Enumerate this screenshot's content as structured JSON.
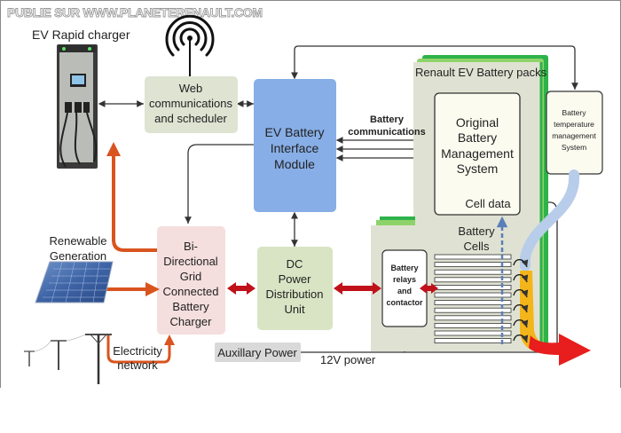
{
  "watermark": "PUBLIE SUR  WWW.PLANETERENAULT.COM",
  "labels": {
    "ev_rapid_charger": "EV Rapid charger",
    "renewable_line1": "Renewable",
    "renewable_line2": "Generation",
    "electricity_line1": "Electricity",
    "electricity_line2": "network",
    "battery_comms_line1": "Battery",
    "battery_comms_line2": "communications",
    "battery_packs": "Renault EV Battery packs",
    "cell_data": "Cell data",
    "battery_cells_line1": "Battery",
    "battery_cells_line2": "Cells",
    "twelve_v_power": "12V  power"
  },
  "boxes": {
    "web": [
      "Web",
      "communications",
      "and scheduler"
    ],
    "interface": [
      "EV Battery",
      "Interface",
      "Module"
    ],
    "bms": [
      "Original",
      "Battery",
      "Management",
      "System"
    ],
    "temperature": [
      "Battery",
      "temperature",
      "management",
      "System"
    ],
    "charger": [
      "Bi-",
      "Directional",
      "Grid",
      "Connected",
      "Battery",
      "Charger"
    ],
    "dc_power": [
      "DC",
      "Power",
      "Distribution",
      "Unit"
    ],
    "relays": [
      "Battery",
      "relays",
      "and",
      "contactor"
    ],
    "auxiliary": "Auxillary Power"
  },
  "colors": {
    "web_fill": "#dfe3d2",
    "interface_fill": "#87aee6",
    "charger_fill": "#f5dede",
    "dc_fill": "#d8e4c4",
    "pack_fill": "#dfe2d2",
    "pack_green": "#2eb34a",
    "power_arrow": "#c0111b",
    "orange_line": "#d9541e",
    "heat_fill": "#f4b51a",
    "cool_fill": "#b8cdea",
    "hot_arrow": "#e81d1d"
  }
}
